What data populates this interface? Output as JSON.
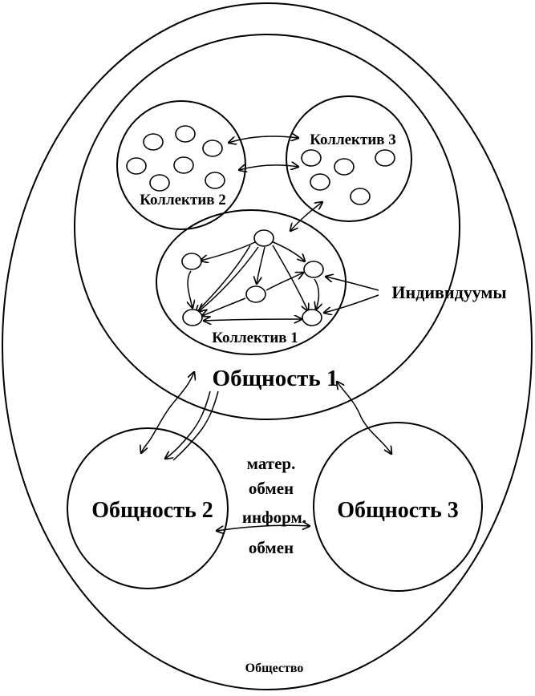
{
  "labels": {
    "society": "Общество",
    "community1": "Общность 1",
    "community2": "Общность 2",
    "community3": "Общность 3",
    "collective1": "Коллектив 1",
    "collective2": "Коллектив 2",
    "collective3": "Коллектив 3",
    "individuals": "Индивидуумы",
    "mat_exchange_1": "матер.",
    "mat_exchange_2": "обмен",
    "info_exchange_1": "информ.",
    "info_exchange_2": "обмен"
  }
}
